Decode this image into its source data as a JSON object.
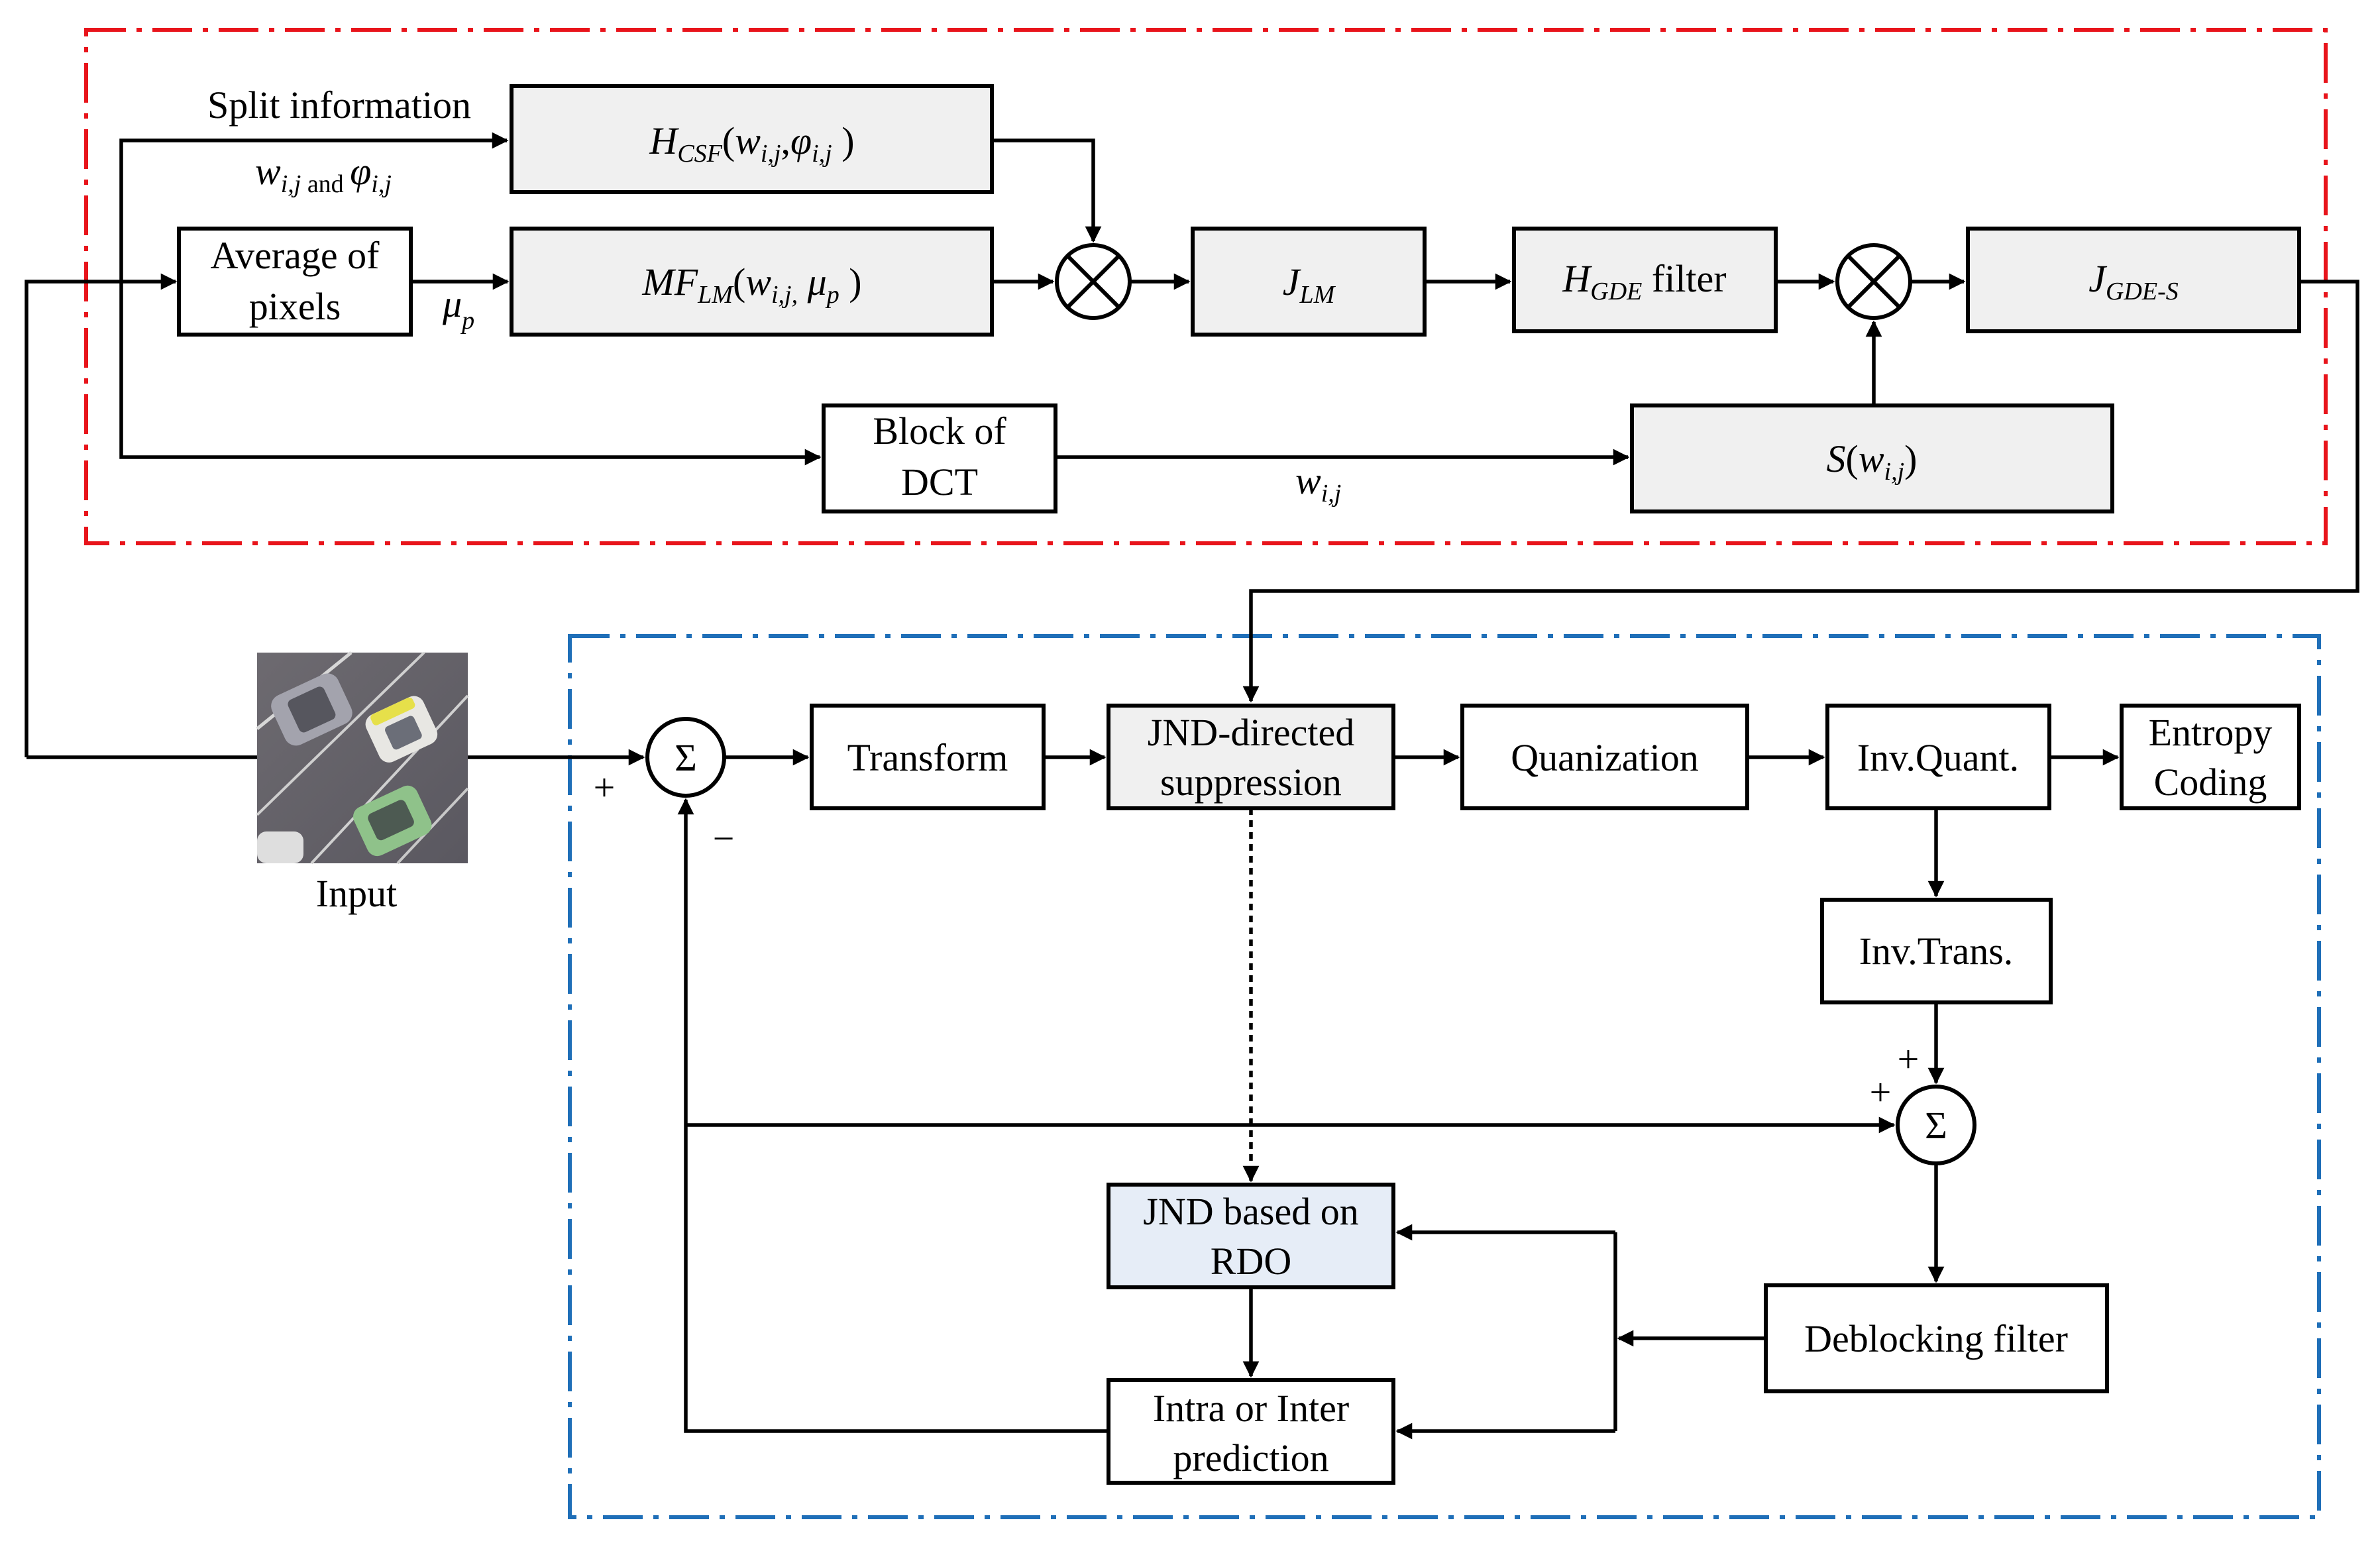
{
  "colors": {
    "top_region": "#e8141b",
    "bottom_region": "#1f6fb8",
    "gray_fill": "#f0f0f0",
    "light_blue_fill": "#e6edf7",
    "stroke": "#000000"
  },
  "top": {
    "split_label": "Split information",
    "split_sym": {
      "w": "w",
      "w_sub": "i,j",
      "and": " and ",
      "phi": "φ",
      "phi_sub": "i,j"
    },
    "hcsf": {
      "H": "H",
      "Hsub": "CSF",
      "open": "(",
      "w": "w",
      "wsub": "i,j",
      "comma": ",",
      "phi": "φ",
      "phisub": "i,j",
      "close": " )"
    },
    "avg_line1": "Average of",
    "avg_line2": "pixels",
    "mu": {
      "mu": "μ",
      "sub": "p"
    },
    "mflm": {
      "MF": "MF",
      "MFsub": "LM",
      "open": "(",
      "w": "w",
      "wsub": "i,j,",
      "mu": " μ",
      "musub": "p",
      "close": " )"
    },
    "jlm": {
      "J": "J",
      "sub": "LM"
    },
    "hgde": {
      "H": "H",
      "sub": "GDE",
      "rest": " filter"
    },
    "jgdes": {
      "J": "J",
      "sub": "GDE-S"
    },
    "dct_line1": "Block of",
    "dct_line2": "DCT",
    "wij": {
      "w": "w",
      "sub": "i,j"
    },
    "s": {
      "S": "S",
      "open": "(",
      "w": "w",
      "sub": "i,j",
      "close": ")"
    }
  },
  "bottom": {
    "input_label": "Input",
    "sigma": "Σ",
    "plus": "+",
    "minus": "−",
    "transform": "Transform",
    "jnd_line1": "JND-directed",
    "jnd_line2": "suppression",
    "quant": "Quanization",
    "invquant": "Inv.Quant.",
    "entropy_line1": "Entropy",
    "entropy_line2": "Coding",
    "invtrans": "Inv.Trans.",
    "deblock": "Deblocking filter",
    "rdo_line1": "JND based on",
    "rdo_line2": "RDO",
    "pred_line1": "Intra or Inter",
    "pred_line2": "prediction"
  }
}
